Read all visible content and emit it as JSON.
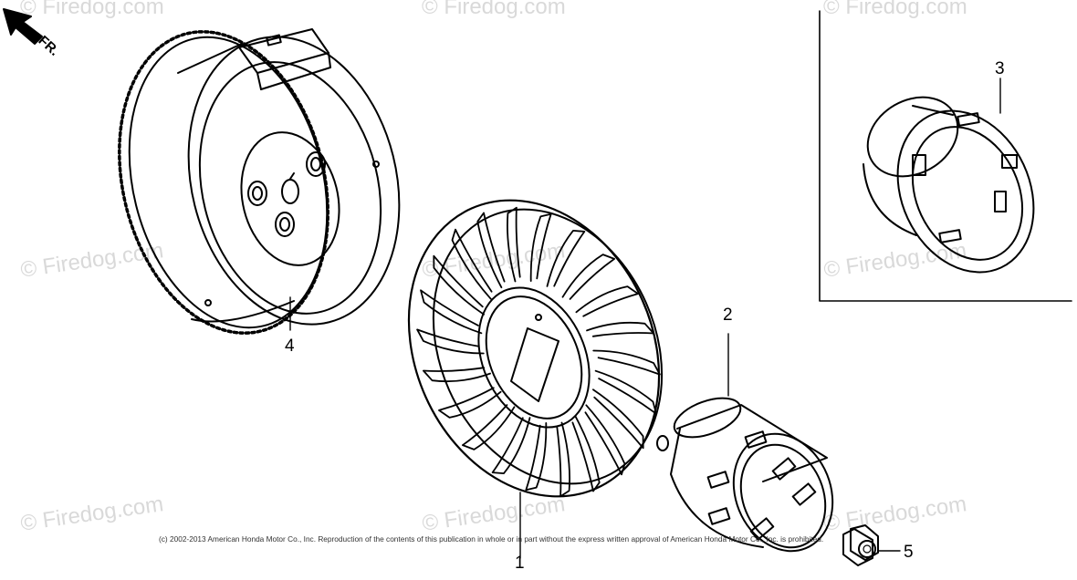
{
  "direction_label": "FR.",
  "watermark_text": "© Firedog.com",
  "copyright": "(c) 2002-2013 American Honda Motor Co., Inc. Reproduction of the contents of this publication in whole or in part without the express written approval of American Honda Motor Co., Inc. is prohibited.",
  "callouts": {
    "part1": "1",
    "part2": "2",
    "part3": "3",
    "part4": "4",
    "part5": "5"
  },
  "icons": {
    "direction": "arrow-up-left-icon"
  }
}
